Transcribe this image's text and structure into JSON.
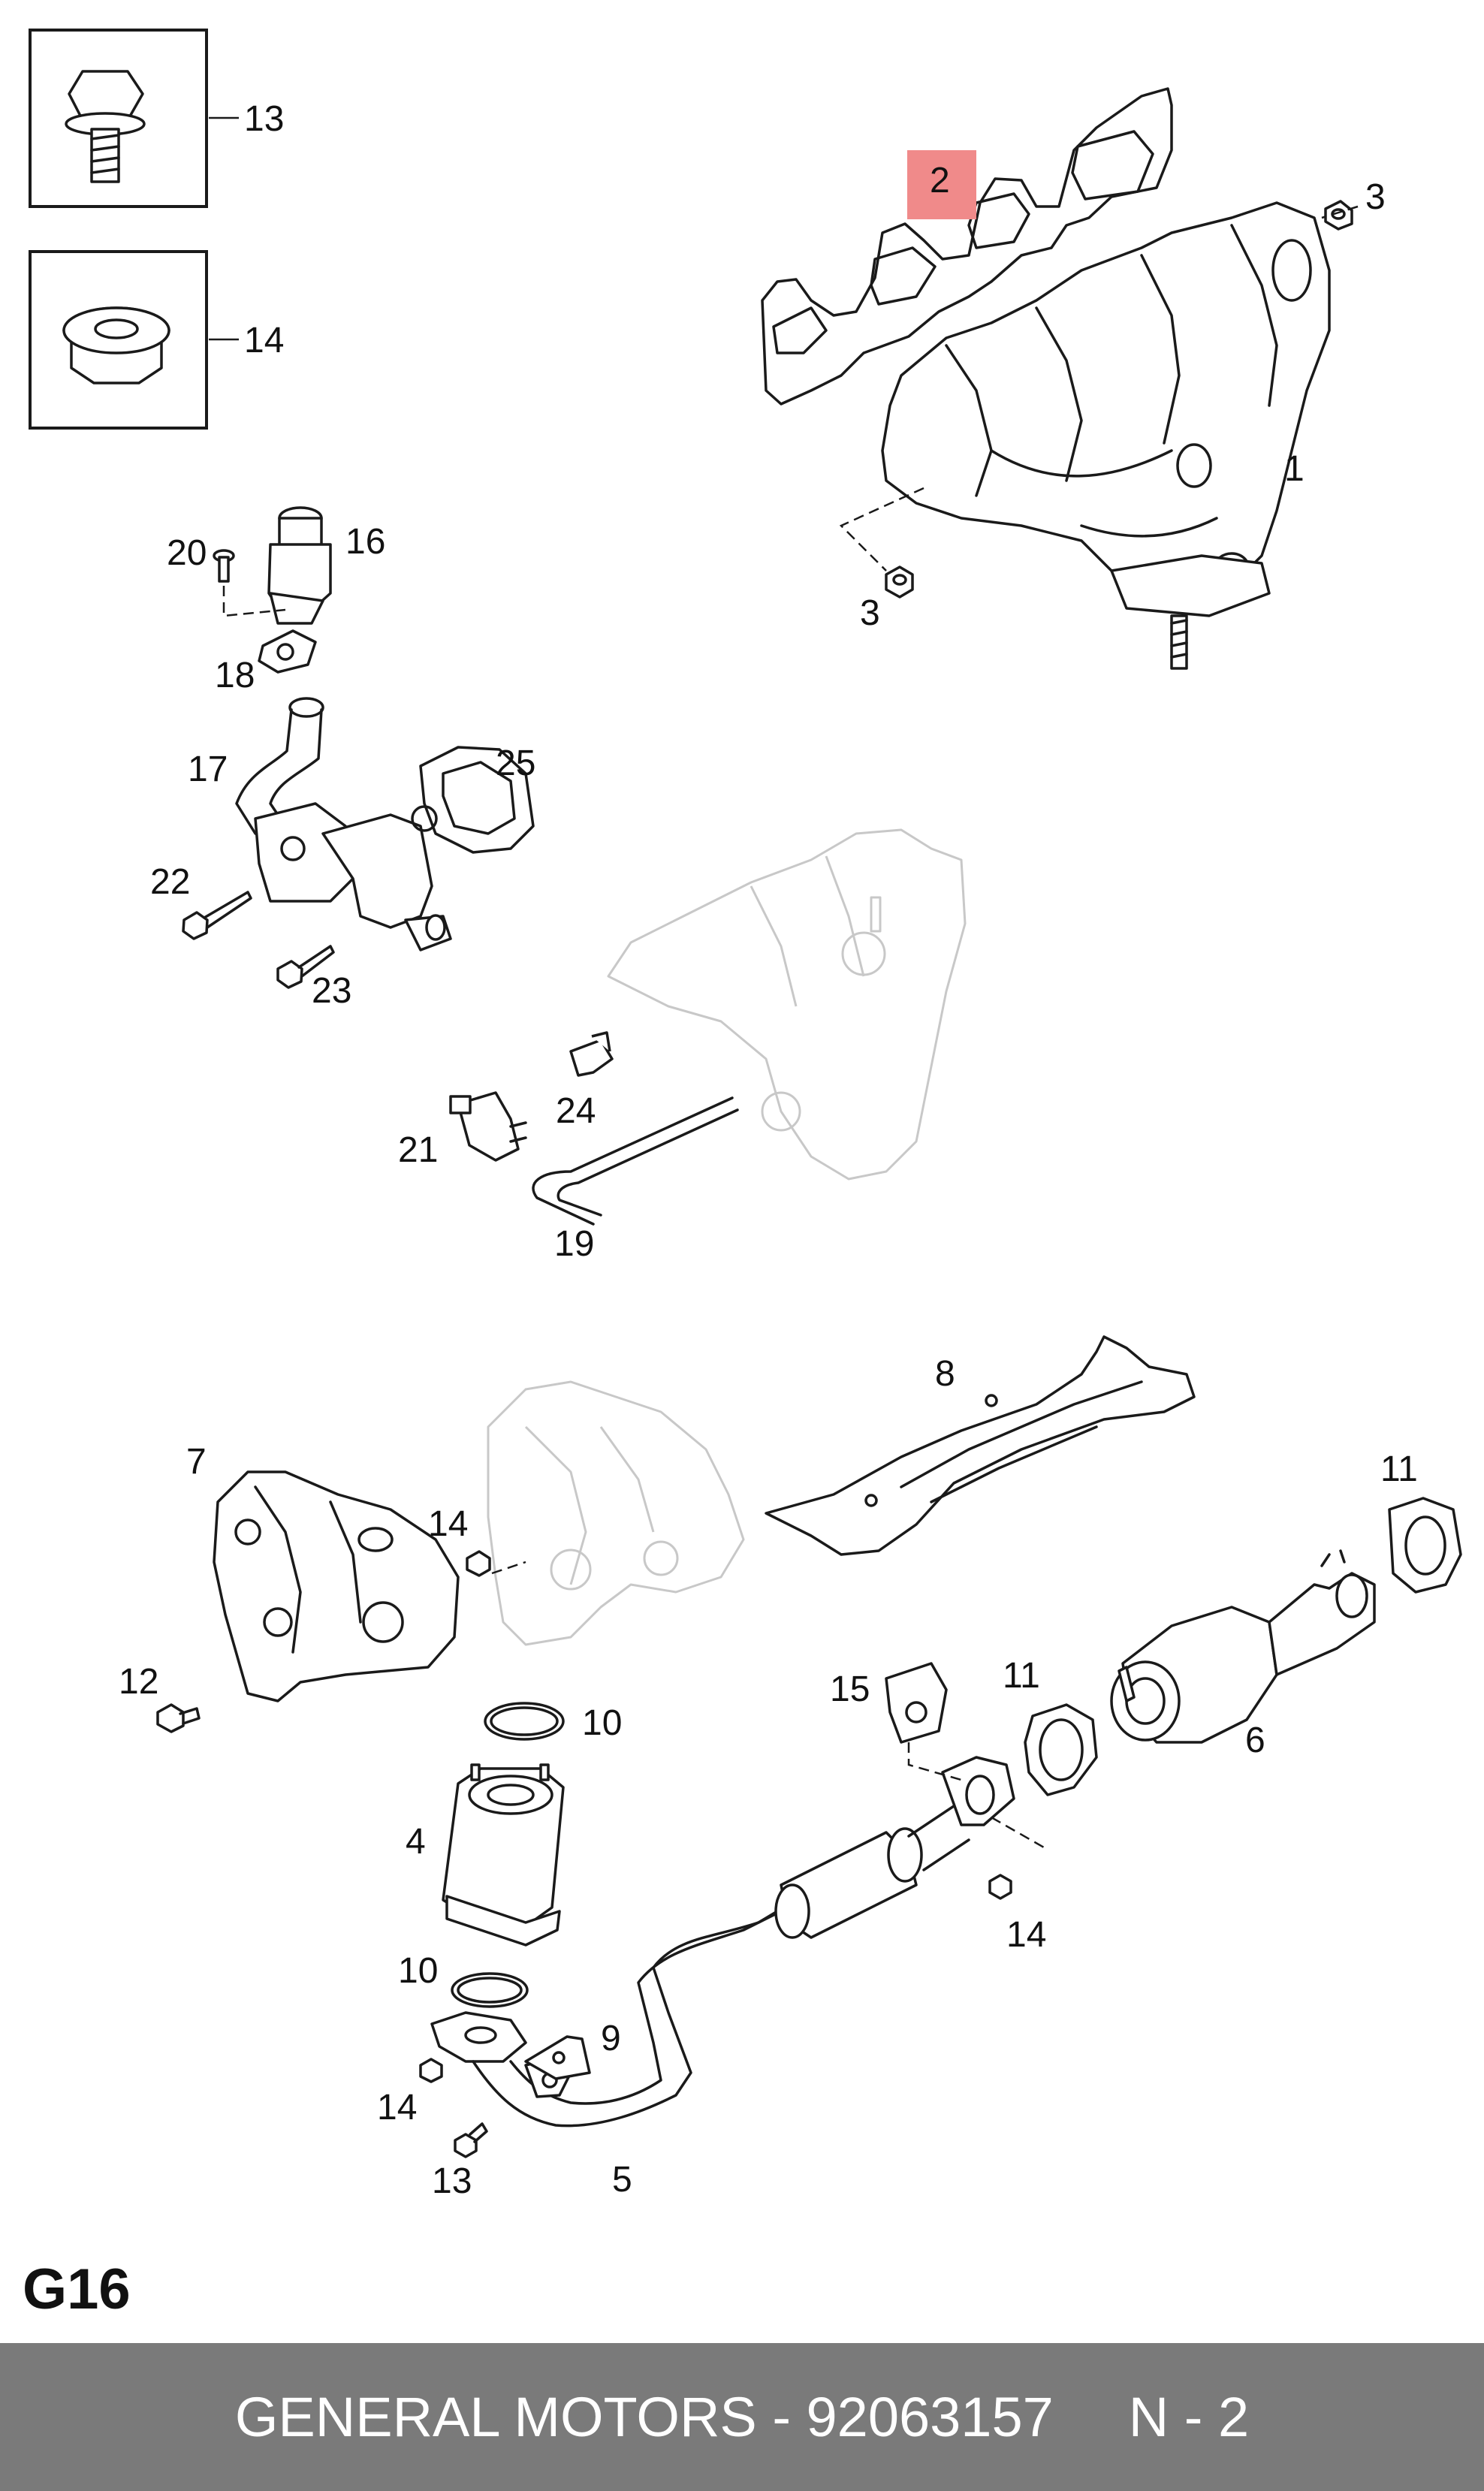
{
  "section_code": "G16",
  "footer": {
    "brand": "GENERAL MOTORS",
    "dash": " - ",
    "part_number": "92063157",
    "position": "N - 2"
  },
  "highlight": {
    "callout": "2",
    "color": "#f08a8a"
  },
  "callouts": {
    "c1": "1",
    "c2": "2",
    "c3a": "3",
    "c3b": "3",
    "c4": "4",
    "c5": "5",
    "c6": "6",
    "c7": "7",
    "c8": "8",
    "c9": "9",
    "c10a": "10",
    "c10b": "10",
    "c11a": "11",
    "c11b": "11",
    "c12": "12",
    "c13a": "13",
    "c13b": "13",
    "c14a": "14",
    "c14b": "14",
    "c14c": "14",
    "c14d": "14",
    "c15": "15",
    "c16": "16",
    "c17": "17",
    "c18": "18",
    "c19": "19",
    "c20": "20",
    "c21": "21",
    "c22": "22",
    "c23": "23",
    "c24": "24",
    "c25": "25"
  }
}
